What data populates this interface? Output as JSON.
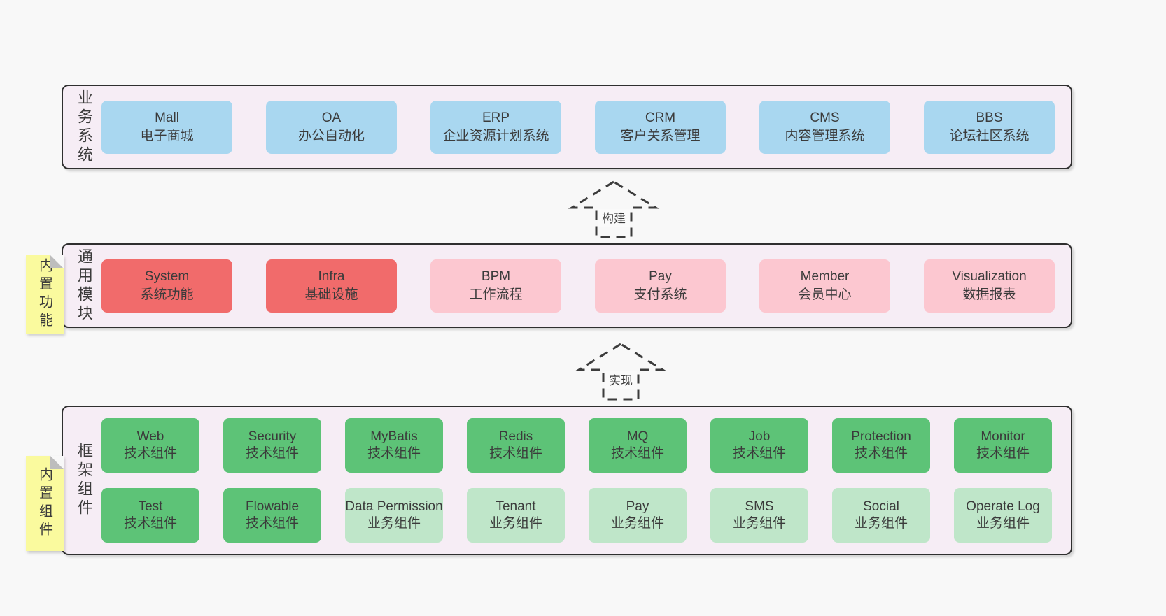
{
  "colors": {
    "page_bg": "#f8f8f8",
    "panel_bg": "#f6edf5",
    "panel_border": "#2f2f2f",
    "blue": "#a9d7f0",
    "red": "#f16b6b",
    "pink": "#fcc7d0",
    "green": "#5dc377",
    "light_green": "#bfe6c9",
    "sticky_yellow": "#fafa9e",
    "text": "#3b3b3b"
  },
  "business_layer": {
    "label": "业务系统",
    "boxes": [
      {
        "name": "Mall",
        "desc": "电子商城"
      },
      {
        "name": "OA",
        "desc": "办公自动化"
      },
      {
        "name": "ERP",
        "desc": "企业资源计划系统"
      },
      {
        "name": "CRM",
        "desc": "客户关系管理"
      },
      {
        "name": "CMS",
        "desc": "内容管理系统"
      },
      {
        "name": "BBS",
        "desc": "论坛社区系统"
      }
    ]
  },
  "arrow_build": {
    "label": "构建"
  },
  "module_layer": {
    "label": "通用模块",
    "sticky": "内置功能",
    "boxes": [
      {
        "name": "System",
        "desc": "系统功能"
      },
      {
        "name": "Infra",
        "desc": "基础设施"
      },
      {
        "name": "BPM",
        "desc": "工作流程"
      },
      {
        "name": "Pay",
        "desc": "支付系统"
      },
      {
        "name": "Member",
        "desc": "会员中心"
      },
      {
        "name": "Visualization",
        "desc": "数据报表"
      }
    ]
  },
  "arrow_implement": {
    "label": "实现"
  },
  "component_layer": {
    "label": "框架组件",
    "sticky": "内置组件",
    "row1": [
      {
        "name": "Web",
        "desc": "技术组件"
      },
      {
        "name": "Security",
        "desc": "技术组件"
      },
      {
        "name": "MyBatis",
        "desc": "技术组件"
      },
      {
        "name": "Redis",
        "desc": "技术组件"
      },
      {
        "name": "MQ",
        "desc": "技术组件"
      },
      {
        "name": "Job",
        "desc": "技术组件"
      },
      {
        "name": "Protection",
        "desc": "技术组件"
      },
      {
        "name": "Monitor",
        "desc": "技术组件"
      }
    ],
    "row2": [
      {
        "name": "Test",
        "desc": "技术组件"
      },
      {
        "name": "Flowable",
        "desc": "技术组件"
      },
      {
        "name": "Data Permission",
        "desc": "业务组件"
      },
      {
        "name": "Tenant",
        "desc": "业务组件"
      },
      {
        "name": "Pay",
        "desc": "业务组件"
      },
      {
        "name": "SMS",
        "desc": "业务组件"
      },
      {
        "name": "Social",
        "desc": "业务组件"
      },
      {
        "name": "Operate Log",
        "desc": "业务组件"
      }
    ]
  }
}
